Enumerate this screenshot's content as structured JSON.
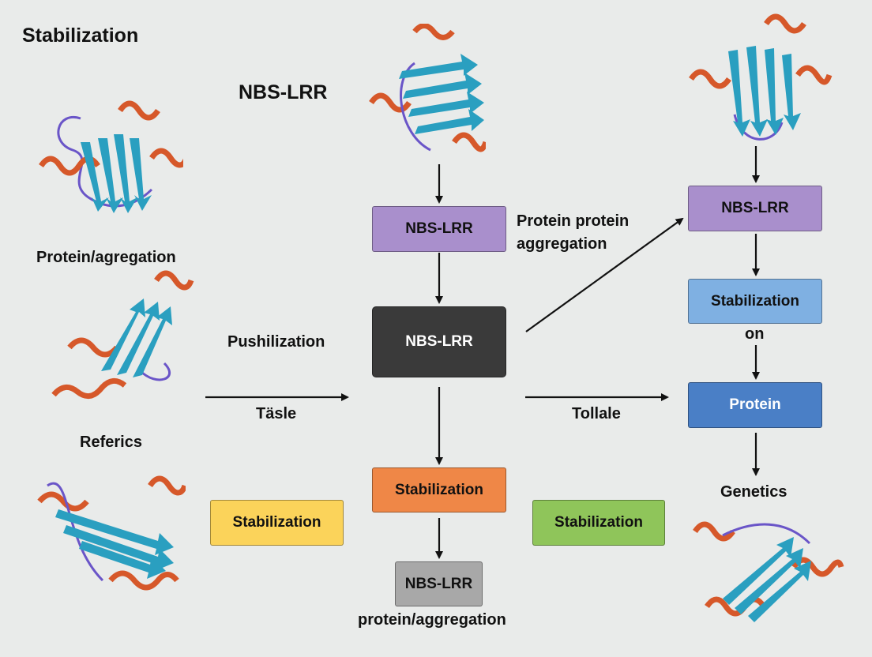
{
  "title": "Stabilization",
  "header_label": "NBS-LRR",
  "side_labels": {
    "protein_aggregation": "Protein/agregation",
    "pushilization": "Pushilization",
    "referics": "Referics",
    "tasle": "Täsle",
    "tollale": "Tollale",
    "protein_protein_aggregation_line1": "Protein protein",
    "protein_protein_aggregation_line2": "aggregation",
    "on": "on",
    "genetics": "Genetics",
    "bottom_caption": "protein/aggregation"
  },
  "boxes": {
    "nbs_purple_center": {
      "label": "NBS-LRR",
      "color": "#a98fcc"
    },
    "nbs_dark_center": {
      "label": "NBS-LRR",
      "color": "#3a3a3a"
    },
    "stabilization_orange": {
      "label": "Stabilization",
      "color": "#ef8747"
    },
    "nbs_gray_bottom": {
      "label": "NBS-LRR",
      "color": "#a8a8a8"
    },
    "stabilization_yellow": {
      "label": "Stabilization",
      "color": "#fbd35a"
    },
    "stabilization_green": {
      "label": "Stabilization",
      "color": "#8fc55a"
    },
    "nbs_purple_right": {
      "label": "NBS-LRR",
      "color": "#a98fcc"
    },
    "stabilization_blue_right": {
      "label": "Stabilization",
      "color": "#7fb0e2"
    },
    "protein_blue_right": {
      "label": "Protein",
      "color": "#4a7fc6"
    }
  },
  "icons": {
    "protein_structure": "protein-ribbon-icon",
    "helix_color": "#d6582a",
    "strand_color": "#2a9fc0",
    "loop_color": "#6a55c8"
  }
}
